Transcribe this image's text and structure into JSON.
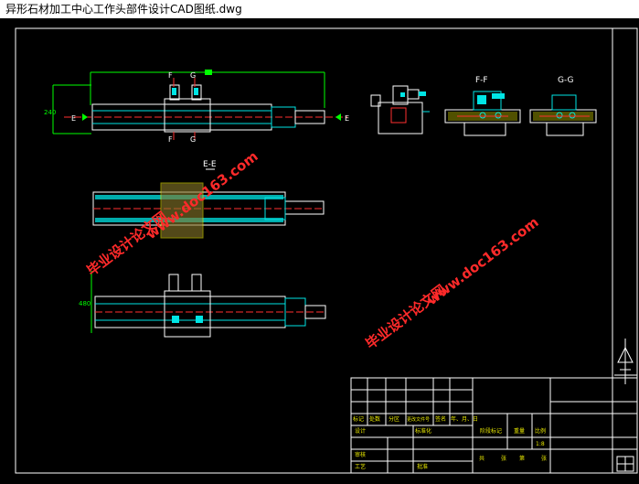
{
  "window": {
    "title": "异形石材加工中心工作头部件设计CAD图纸.dwg"
  },
  "drawing": {
    "section_labels": {
      "ff": "F-F",
      "gg": "G-G",
      "ee": "E-E"
    },
    "view_markers": {
      "f": "F",
      "g": "G",
      "e": "E"
    },
    "watermarks": {
      "url": "www.doc163.com",
      "site": "毕业设计论文网"
    },
    "title_block": {
      "col_headers": [
        "标记",
        "处数",
        "分区",
        "更改文件号",
        "签名",
        "年、月、日"
      ],
      "rows": [
        "设计",
        "审核",
        "工艺"
      ],
      "standardization": "标准化",
      "approve": "批准",
      "stage_mark": "阶段标记",
      "weight": "重量",
      "scale_label": "比例",
      "scale_value": "1:8",
      "sheets": [
        "共",
        "张",
        "第",
        "张"
      ]
    },
    "colors": {
      "frame": "#ffffff",
      "geometry": "#00e5e5",
      "dimension": "#00ff00",
      "hatch": "#e8e800",
      "accent": "#ff3030",
      "watermark": "#ff2a2a"
    }
  }
}
